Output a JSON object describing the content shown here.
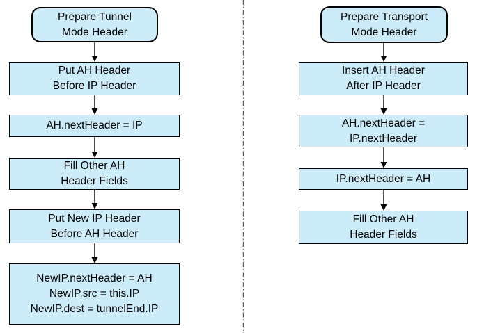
{
  "page": {
    "background": "#ffffff"
  },
  "colors": {
    "node_fill": "#cdecfa",
    "node_border": "#000000",
    "arrow": "#000000",
    "divider": "#595959"
  },
  "flowcharts": [
    {
      "name": "tunnel-mode",
      "nodes": [
        {
          "type": "terminator",
          "lines": [
            "Prepare Tunnel",
            "Mode Header"
          ]
        },
        {
          "type": "process",
          "lines": [
            "Put AH Header",
            "Before IP Header"
          ]
        },
        {
          "type": "process",
          "lines": [
            "AH.nextHeader = IP"
          ]
        },
        {
          "type": "process",
          "lines": [
            "Fill Other AH",
            "Header Fields"
          ]
        },
        {
          "type": "process",
          "lines": [
            "Put New IP Header",
            "Before AH Header"
          ]
        },
        {
          "type": "process",
          "lines": [
            "NewIP.nextHeader = AH",
            "NewIP.src = this.IP",
            "NewIP.dest = tunnelEnd.IP"
          ]
        }
      ]
    },
    {
      "name": "transport-mode",
      "nodes": [
        {
          "type": "terminator",
          "lines": [
            "Prepare Transport",
            "Mode Header"
          ]
        },
        {
          "type": "process",
          "lines": [
            "Insert AH Header",
            "After IP Header"
          ]
        },
        {
          "type": "process",
          "lines": [
            "AH.nextHeader =",
            "IP.nextHeader"
          ]
        },
        {
          "type": "process",
          "lines": [
            "IP.nextHeader = AH"
          ]
        },
        {
          "type": "process",
          "lines": [
            "Fill Other AH",
            "Header Fields"
          ]
        }
      ]
    }
  ]
}
